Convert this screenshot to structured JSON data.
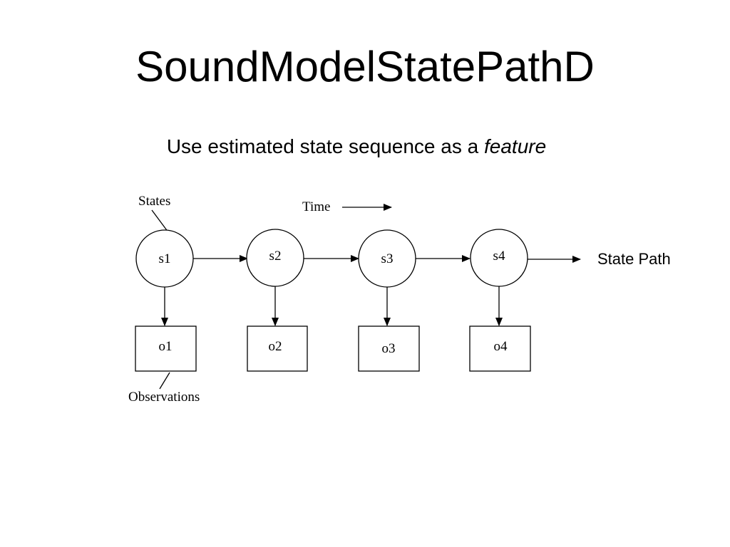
{
  "title": "SoundModelStatePathD",
  "subtitle": {
    "text": "Use estimated state sequence as a ",
    "emphasis": "feature"
  },
  "diagram": {
    "states_label": "States",
    "observations_label": "Observations",
    "time_label": "Time",
    "state_path_label": "State Path",
    "states": [
      "s1",
      "s2",
      "s3",
      "s4"
    ],
    "observations": [
      "o1",
      "o2",
      "o3",
      "o4"
    ]
  }
}
